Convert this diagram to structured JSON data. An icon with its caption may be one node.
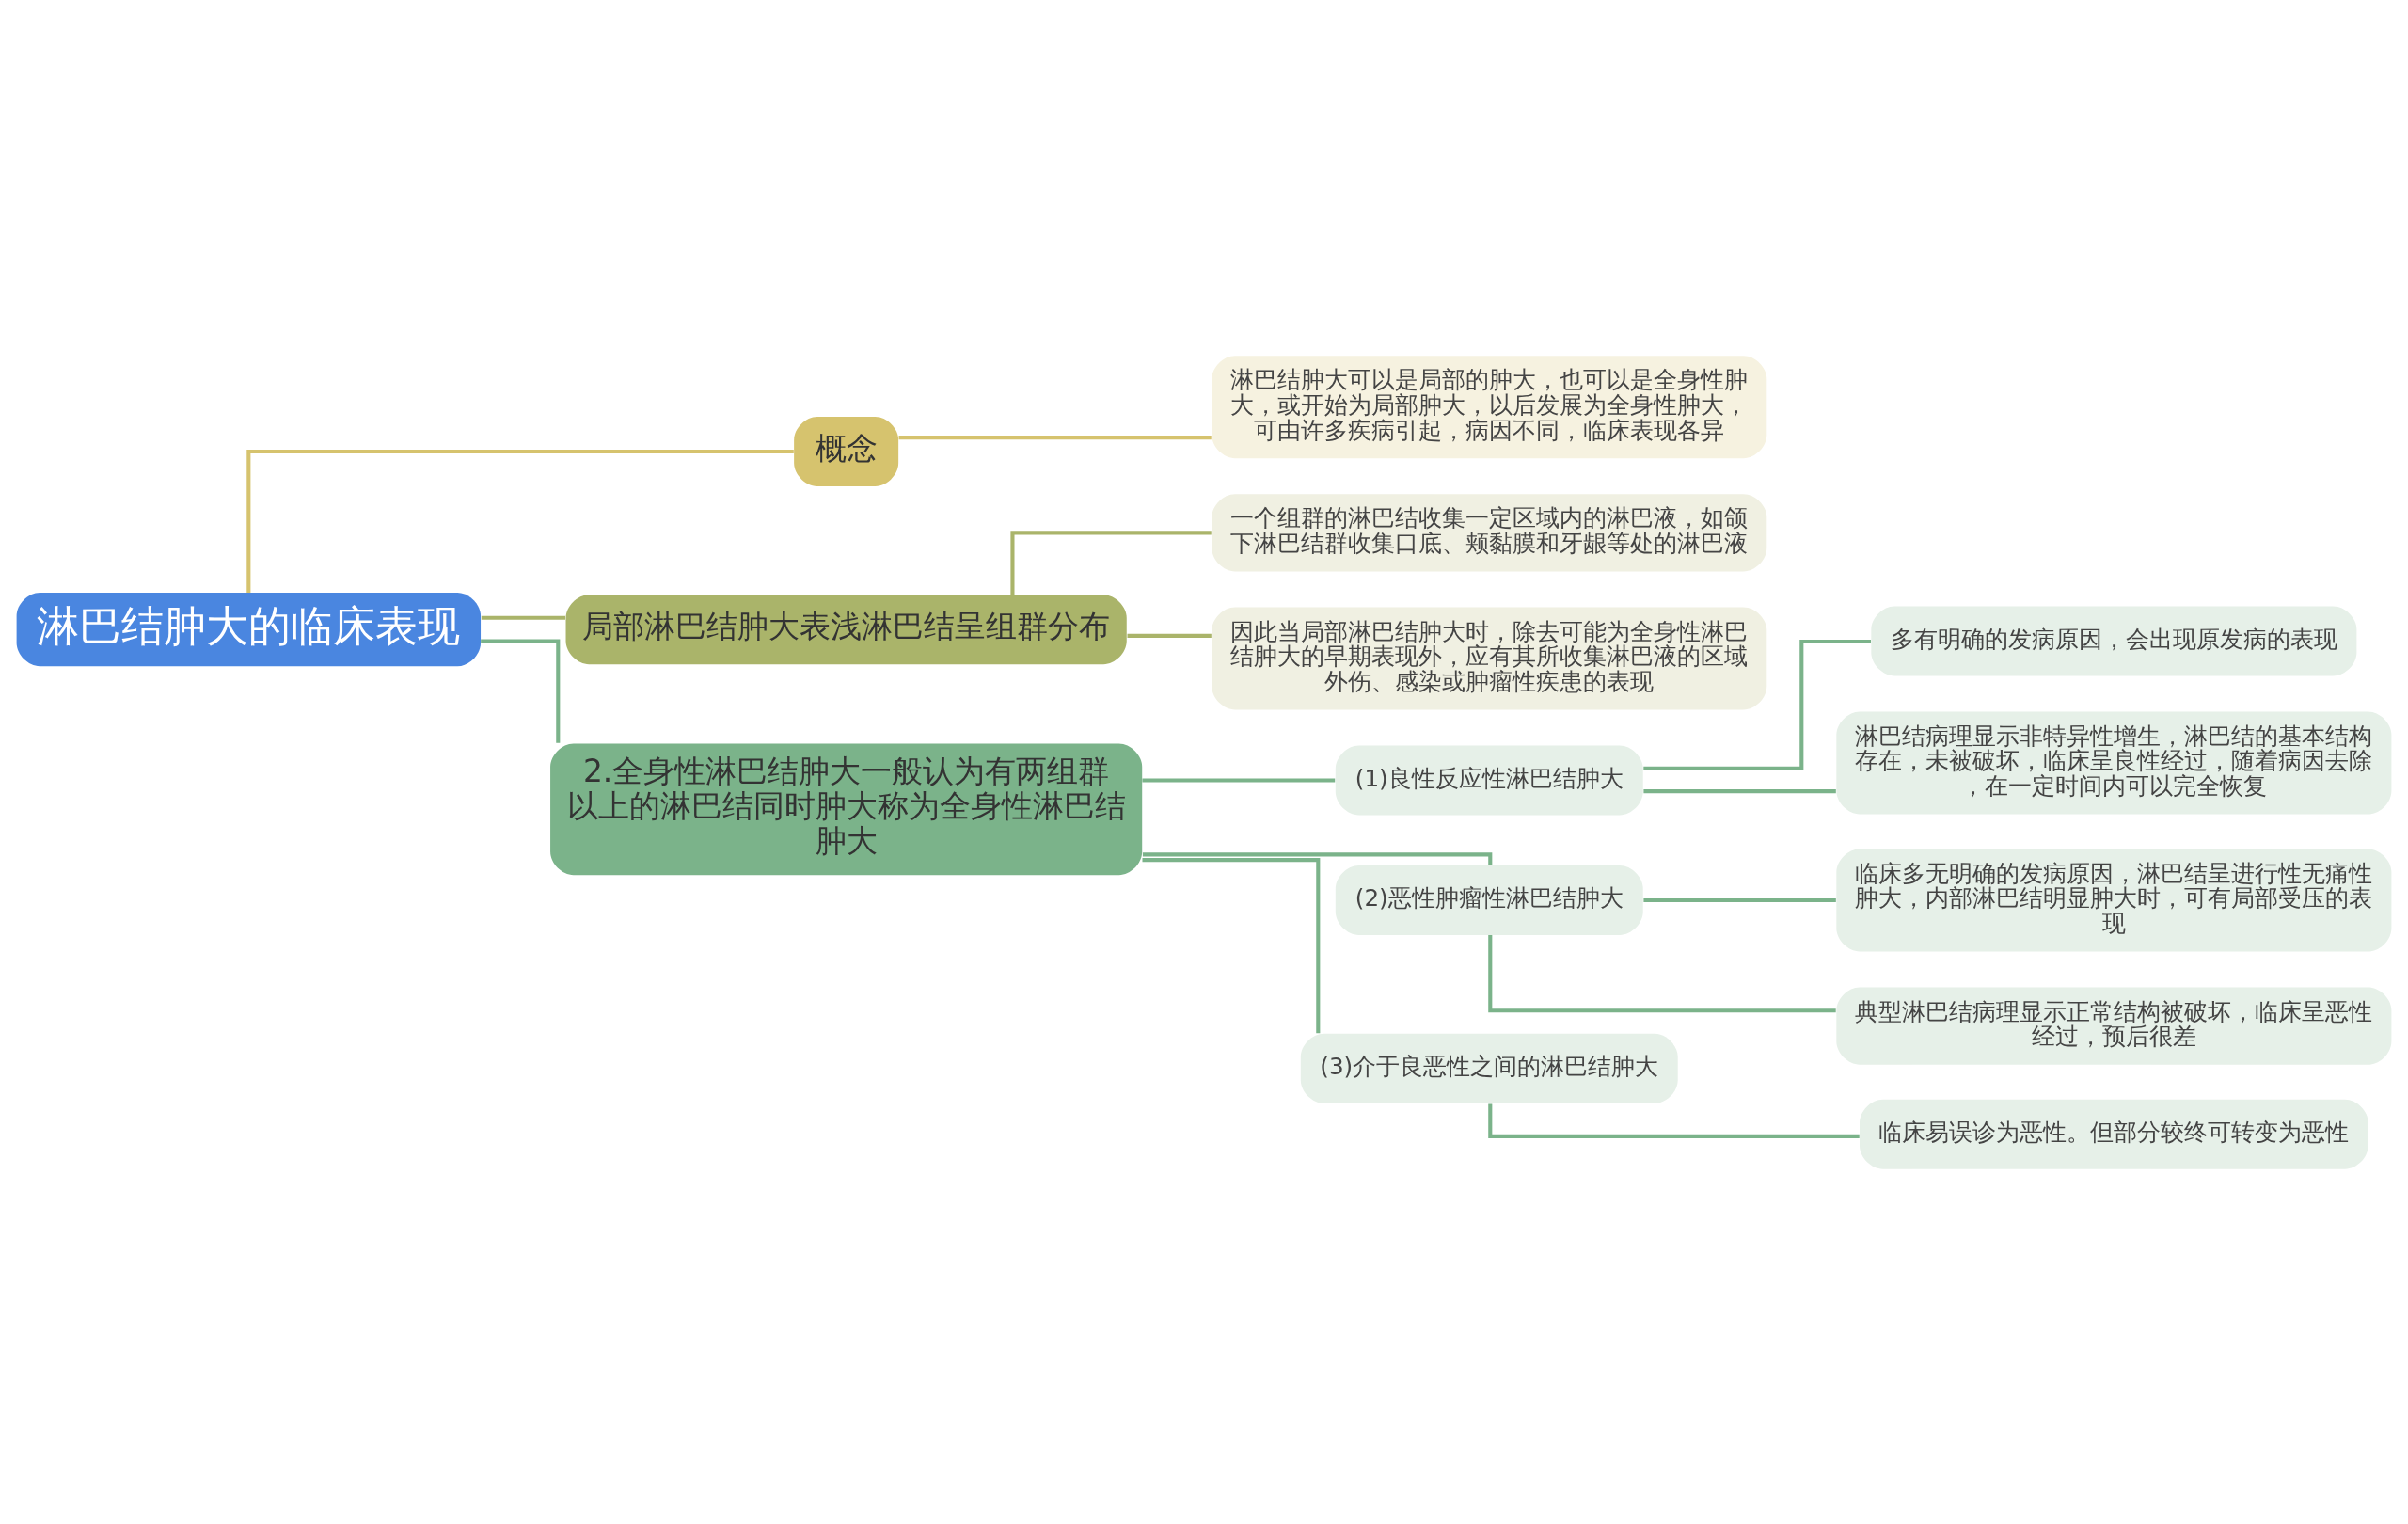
{
  "diagram": {
    "nodes": [
      {
        "text": [
          "淋巴结肿大的临床表现"
        ]
      },
      {
        "text": [
          "概念"
        ]
      },
      {
        "text": [
          "淋巴结肿大可以是局部的肿大，也可以是全身性肿大，或开始为局部肿大，以后发展为全身性肿大，可由许多疾病引起，病因不同，临床表现各异"
        ]
      },
      {
        "text": [
          "局部淋巴结肿大表浅淋巴结呈组群分布"
        ]
      },
      {
        "text": [
          "一个组群的淋巴结收集一定区域内的淋巴液，如颌下淋巴结群收集口底、颊黏膜和牙龈等处的淋巴液"
        ]
      },
      {
        "text": [
          "因此当局部淋巴结肿大时，除去可能为全身性淋巴结肿大的早期表现外，应有其所收集淋巴液的区域外伤、感染或肿瘤性疾患的表现"
        ]
      },
      {
        "text": [
          "2.全身性淋巴结肿大一般认为有两组群以上的淋巴结同时肿大称为全身性淋巴结肿大"
        ]
      },
      {
        "text": [
          "(1)良性反应性淋巴结肿大"
        ]
      },
      {
        "text": [
          "多有明确的发病原因，会出现原发病的表现"
        ]
      },
      {
        "text": [
          "淋巴结病理显示非特异性增生，淋巴结的基本结构存在，未被破坏，临床呈良性经过，随着病因去除，在一定时间内可以完全恢复"
        ]
      },
      {
        "text": [
          "(2)恶性肿瘤性淋巴结肿大"
        ]
      },
      {
        "text": [
          "临床多无明确的发病原因，淋巴结呈进行性无痛性肿大，内部淋巴结明显肿大时，可有局部受压的表现"
        ]
      },
      {
        "text": [
          "典型淋巴结病理显示正常结构被破坏，临床呈恶性经过，预后很差"
        ]
      },
      {
        "text": [
          "(3)介于良恶性之间的淋巴结肿大"
        ]
      },
      {
        "text": [
          "临床易误诊为恶性。但部分较终可转变为恶性"
        ]
      }
    ],
    "edges": [
      {
        "from": 0,
        "to": 1,
        "arrow": "none",
        "color": "#d6c36e"
      },
      {
        "from": 1,
        "to": 2,
        "arrow": "none",
        "color": "#d6c36e"
      },
      {
        "from": 0,
        "to": 3,
        "arrow": "none",
        "color": "#aab46a"
      },
      {
        "from": 3,
        "to": 4,
        "arrow": "none",
        "color": "#aab46a"
      },
      {
        "from": 3,
        "to": 5,
        "arrow": "none",
        "color": "#aab46a"
      },
      {
        "from": 0,
        "to": 6,
        "arrow": "none"
      },
      {
        "from": 6,
        "to": 7,
        "arrow": "none"
      },
      {
        "from": 7,
        "to": 8,
        "arrow": "none"
      },
      {
        "from": 7,
        "to": 9,
        "arrow": "none"
      },
      {
        "from": 6,
        "to": 10,
        "arrow": "none"
      },
      {
        "from": 10,
        "to": 11,
        "arrow": "none"
      },
      {
        "from": 10,
        "to": 12,
        "arrow": "none"
      },
      {
        "from": 6,
        "to": 13,
        "arrow": "none"
      },
      {
        "from": 13,
        "to": 14,
        "arrow": "none"
      }
    ]
  }
}
